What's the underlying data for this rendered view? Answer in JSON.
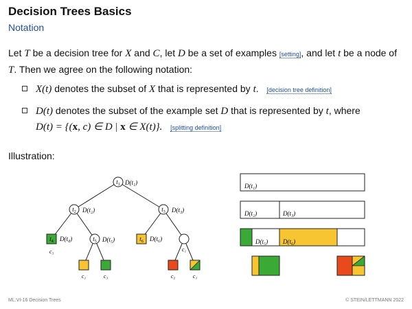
{
  "header": {
    "title": "Decision Trees Basics",
    "subtitle": "Notation"
  },
  "intro": {
    "p1": "Let ",
    "T": "T",
    "p2": " be a decision tree for ",
    "X": "X",
    "p3": " and ",
    "C": "C",
    "p4": ", let ",
    "D": "D",
    "p5": " be a set of examples ",
    "link": "[setting]",
    "p6": ", and let ",
    "t": "t",
    "p7": " be a node of ",
    "T2": "T",
    "p8": ". Then we agree on the following notation:"
  },
  "bullets": [
    {
      "math": "X(t)",
      "text": " denotes the subset of ",
      "X": "X",
      "text2": " that is represented by ",
      "t": "t",
      "text3": ".",
      "link": "[decision tree definition]"
    },
    {
      "math": "D(t)",
      "text": " denotes the subset of the example set ",
      "D": "D",
      "text2": " that is represented by ",
      "t": "t",
      "text3": ", where",
      "formula_lhs": "D(t) = {(",
      "formula_x": "x",
      "formula_mid": ", c) ∈ D | ",
      "formula_x2": "x",
      "formula_rhs": " ∈ X(t)}.",
      "link": "[splitting definition]"
    }
  ],
  "illustration_label": "Illustration:",
  "tree": {
    "nodes": [
      "t",
      "t",
      "t",
      "t",
      "t",
      "t"
    ],
    "node_subs": [
      "1",
      "2",
      "3",
      "4",
      "5",
      "6"
    ],
    "set_labels": [
      "D(t₁)",
      "D(t₂)",
      "D(t₃)",
      "D(t₄)",
      "D(t₅)",
      "D(t₆)"
    ],
    "leaf_classes": [
      "c₃",
      "c₁",
      "c₃",
      "c₁",
      "c₂",
      "c₁"
    ]
  },
  "partition": {
    "row1": [
      "D(t₁)"
    ],
    "row2": [
      "D(t₂)",
      "D(t₃)"
    ],
    "row3": [
      "D(t₅)",
      "D(t₆)"
    ]
  },
  "colors": {
    "green": "#3aa935",
    "yellow": "#f7c531",
    "red": "#e8491d",
    "link_blue": "#1f4e9a"
  },
  "footer": {
    "left": "ML:VI-16   Decision Trees",
    "right": "© STEIN/LETTMANN 2022"
  }
}
